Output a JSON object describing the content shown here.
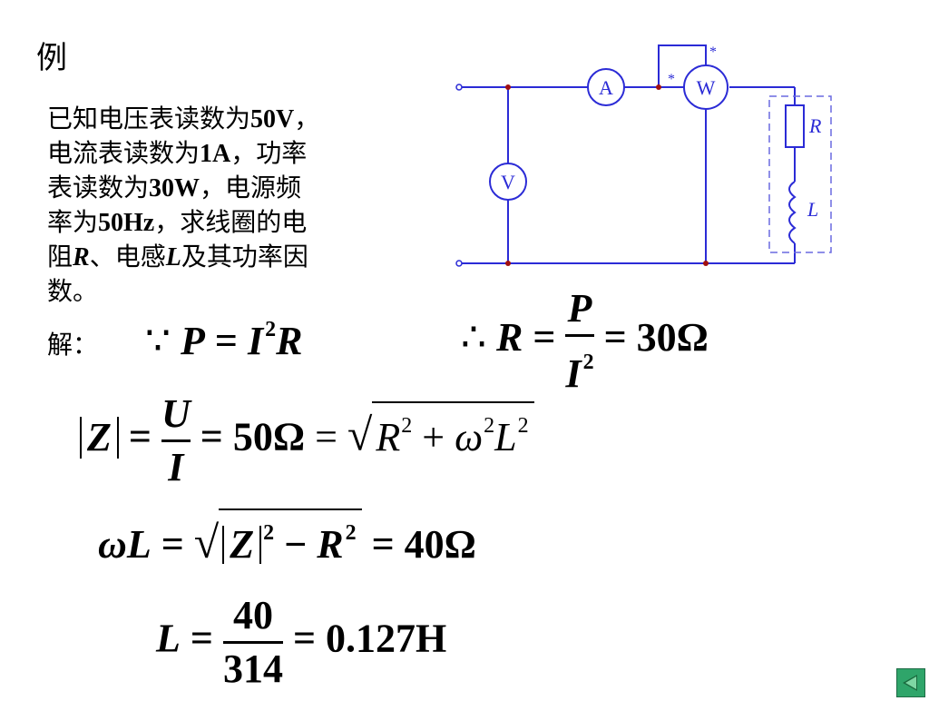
{
  "slide": {
    "title": "例",
    "problem": {
      "line1_a": "已知电压表读数为",
      "line1_b": "50V",
      "line1_c": "，",
      "line2_a": "电流表读数为",
      "line2_b": "1A",
      "line2_c": "，功率",
      "line3_a": "表读数为",
      "line3_b": "30W",
      "line3_c": "，电源频",
      "line4_a": "率为",
      "line4_b": "50Hz",
      "line4_c": "，求线圈的电",
      "line5_a": "阻",
      "line5_b": "R",
      "line5_c": "、电感",
      "line5_d": "L",
      "line5_e": "及其功率因",
      "line6": "数。"
    },
    "solution_label": "解：",
    "eq1": {
      "because": "∵",
      "P": "P",
      "eq": "=",
      "I": "I",
      "exp": "2",
      "R": "R"
    },
    "eq2": {
      "therefore": "∴",
      "R": "R",
      "eq": "=",
      "num": "P",
      "den_I": "I",
      "den_exp": "2",
      "eq2": "=",
      "result": "30Ω"
    },
    "eq3": {
      "Z": "Z",
      "eq": "=",
      "num": "U",
      "den": "I",
      "eq2": "=",
      "result": "50Ω",
      "eq3": "=",
      "R": "R",
      "R_exp": "2",
      "plus": "+",
      "omega": "ω",
      "omega_exp": "2",
      "L": "L",
      "L_exp": "2"
    },
    "eq4": {
      "omegaL": "ωL",
      "eq": "=",
      "Z": "Z",
      "Z_exp": "2",
      "minus": "−",
      "R": "R",
      "R_exp": "2",
      "eq2": "=",
      "result": "40Ω"
    },
    "eq5": {
      "L": "L",
      "eq": "=",
      "num": "40",
      "den": "314",
      "eq2": "=",
      "result": "0.127H"
    }
  },
  "circuit": {
    "ammeter": "A",
    "wattmeter": "W",
    "voltmeter": "V",
    "star1": "*",
    "star2": "*",
    "label_R": "R",
    "label_L": "L"
  },
  "colors": {
    "wire": "#2b2bd6",
    "dashed_box": "#6a6ae0",
    "node": "#a01010",
    "nav": "#2fa56a"
  },
  "nav": {
    "icon": "play-next-icon"
  }
}
